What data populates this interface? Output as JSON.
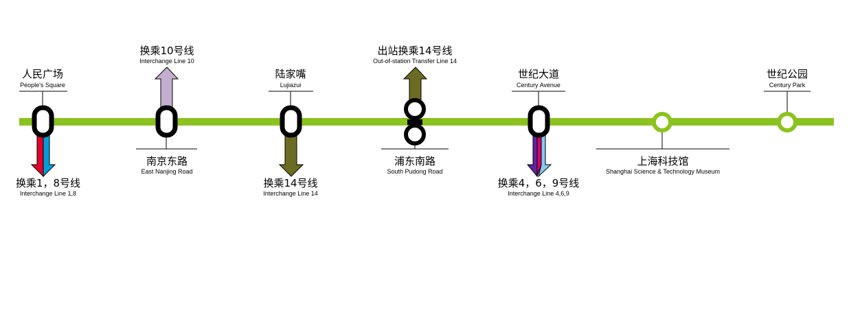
{
  "line_color": "#8cc220",
  "stations": [
    {
      "cn": "人民广场",
      "en": "People's Square",
      "transfer": {
        "cn": "换乘1，8号线",
        "en": "Interchange Line 1,8",
        "colors": [
          "#e3002b",
          "#009dd9"
        ]
      }
    },
    {
      "cn": "南京东路",
      "en": "East Nanjing Road",
      "transfer": {
        "cn": "换乘10号线",
        "en": "Interchange Line 10",
        "colors": [
          "#c4aed0"
        ]
      }
    },
    {
      "cn": "陆家嘴",
      "en": "Lujiazui",
      "transfer": {
        "cn": "换乘14号线",
        "en": "Interchange Line 14",
        "colors": [
          "#6b6b23"
        ]
      }
    },
    {
      "cn": "浦东南路",
      "en": "South Pudong Road",
      "transfer": {
        "cn": "出站换乘14号线",
        "en": "Out-of-station Transfer Line 14",
        "colors": [
          "#6b6b23"
        ]
      }
    },
    {
      "cn": "世纪大道",
      "en": "Century Avenue",
      "transfer": {
        "cn": "换乘4，6，9号线",
        "en": "Interchange Line 4,6,9",
        "colors": [
          "#5f259f",
          "#d6006e",
          "#87caed"
        ]
      }
    },
    {
      "cn": "上海科技馆",
      "en": "Shanghai Science & Technology Museum"
    },
    {
      "cn": "世纪公园",
      "en": "Century Park"
    }
  ]
}
